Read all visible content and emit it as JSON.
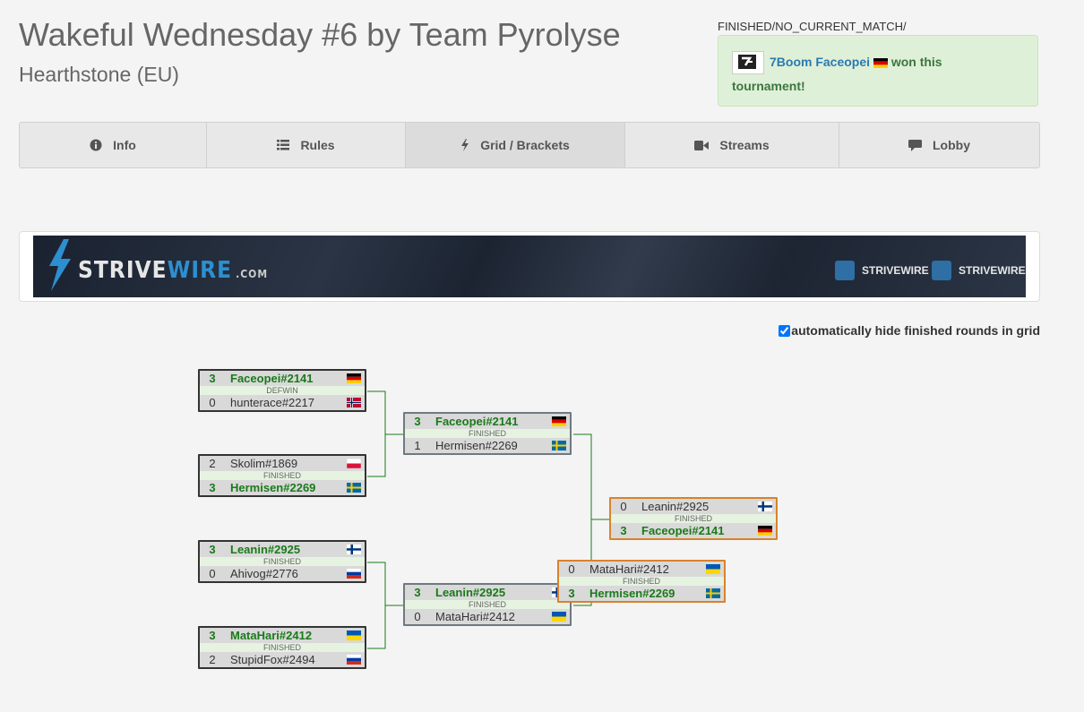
{
  "header": {
    "title": "Wakeful Wednesday #6 by Team Pyrolyse",
    "subtitle": "Hearthstone (EU)",
    "status_path": "FINISHED/NO_CURRENT_MATCH/",
    "winner": {
      "team_name": "7Boom Faceopei",
      "flag": "DE",
      "message_tail": "won this",
      "message_line2": "tournament!"
    }
  },
  "tabs": [
    {
      "label": "Info",
      "icon": "info-icon"
    },
    {
      "label": "Rules",
      "icon": "list-icon"
    },
    {
      "label": "Grid / Brackets",
      "icon": "bolt-icon",
      "active": true
    },
    {
      "label": "Streams",
      "icon": "video-camera-icon"
    },
    {
      "label": "Lobby",
      "icon": "chat-icon"
    }
  ],
  "banner": {
    "brand_a": "STRIVE",
    "brand_b": "WIRE",
    "brand_suffix": ".COM",
    "twitter": "STRIVEWIRE",
    "facebook": "STRIVEWIRE"
  },
  "grid": {
    "hide_label": "automatically hide finished rounds in grid",
    "hide_checked": true
  },
  "matches": [
    {
      "id": "r1m1",
      "status": "DEFWIN",
      "p1": {
        "score": "3",
        "name": "Faceopei#2141",
        "flag": "DE",
        "win": true
      },
      "p2": {
        "score": "0",
        "name": "hunterace#2217",
        "flag": "NO",
        "win": false
      }
    },
    {
      "id": "r1m2",
      "status": "FINISHED",
      "p1": {
        "score": "2",
        "name": "Skolim#1869",
        "flag": "PL",
        "win": false
      },
      "p2": {
        "score": "3",
        "name": "Hermisen#2269",
        "flag": "SE",
        "win": true
      }
    },
    {
      "id": "r1m3",
      "status": "FINISHED",
      "p1": {
        "score": "3",
        "name": "Leanin#2925",
        "flag": "FI",
        "win": true
      },
      "p2": {
        "score": "0",
        "name": "Ahivog#2776",
        "flag": "RU",
        "win": false
      }
    },
    {
      "id": "r1m4",
      "status": "FINISHED",
      "p1": {
        "score": "3",
        "name": "MataHari#2412",
        "flag": "UA",
        "win": true
      },
      "p2": {
        "score": "2",
        "name": "StupidFox#2494",
        "flag": "RU",
        "win": false
      }
    },
    {
      "id": "r2m1",
      "status": "FINISHED",
      "p1": {
        "score": "3",
        "name": "Faceopei#2141",
        "flag": "DE",
        "win": true
      },
      "p2": {
        "score": "1",
        "name": "Hermisen#2269",
        "flag": "SE",
        "win": false
      }
    },
    {
      "id": "r2m2",
      "status": "FINISHED",
      "p1": {
        "score": "3",
        "name": "Leanin#2925",
        "flag": "FI",
        "win": true
      },
      "p2": {
        "score": "0",
        "name": "MataHari#2412",
        "flag": "UA",
        "win": false
      }
    },
    {
      "id": "final",
      "status": "FINISHED",
      "p1": {
        "score": "0",
        "name": "Leanin#2925",
        "flag": "FI",
        "win": false
      },
      "p2": {
        "score": "3",
        "name": "Faceopei#2141",
        "flag": "DE",
        "win": true
      }
    },
    {
      "id": "third",
      "status": "FINISHED",
      "p1": {
        "score": "0",
        "name": "MataHari#2412",
        "flag": "UA",
        "win": false
      },
      "p2": {
        "score": "3",
        "name": "Hermisen#2269",
        "flag": "SE",
        "win": true
      }
    }
  ]
}
